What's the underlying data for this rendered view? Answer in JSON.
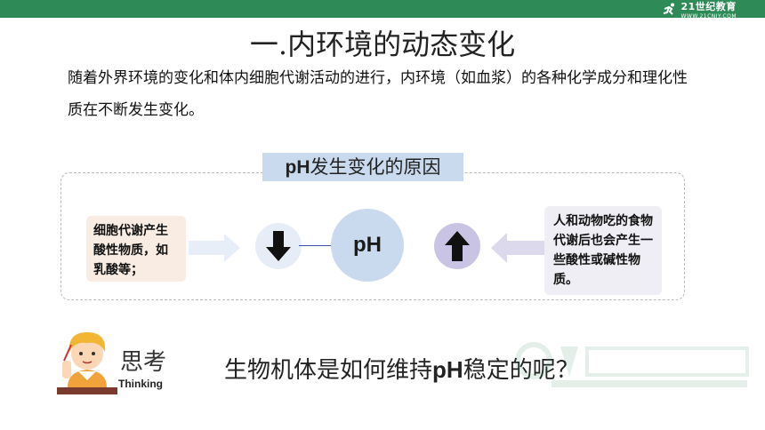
{
  "brand": {
    "logo_text": "21世纪教育",
    "logo_sub": "WWW.21CNJY.COM"
  },
  "slide": {
    "title": "一.内环境的动态变化",
    "paragraph": "随着外界环境的变化和体内细胞代谢活动的进行，内环境（如血浆）的各种化学成分和理化性质在不断发生变化。"
  },
  "diagram": {
    "title_bold": "pH",
    "title_rest": "发生变化的原因",
    "left_text": "细胞代谢产生酸性物质，如乳酸等；",
    "center_label": "pH",
    "right_text": "人和动物吃的食物代谢后也会产生一些酸性或碱性物质。",
    "colors": {
      "ph_circle": "#c9d9ee",
      "left_card": "#f8ece3",
      "right_card": "#eeeef4",
      "up_circle": "#c9c4e3"
    }
  },
  "thinking": {
    "label_cn": "思考",
    "label_en": "Thinking",
    "question_pre": "生物机体是如何维持",
    "question_bold": "pH",
    "question_post": "稳定的呢？"
  },
  "icons": {
    "logo": "runner-icon",
    "down": "down-arrow-icon",
    "up": "up-arrow-icon",
    "left_arrow": "right-pointing-arrow-icon",
    "right_arrow": "left-pointing-arrow-icon",
    "kid": "thinking-boy-icon",
    "watermark": "watermark-logo"
  }
}
